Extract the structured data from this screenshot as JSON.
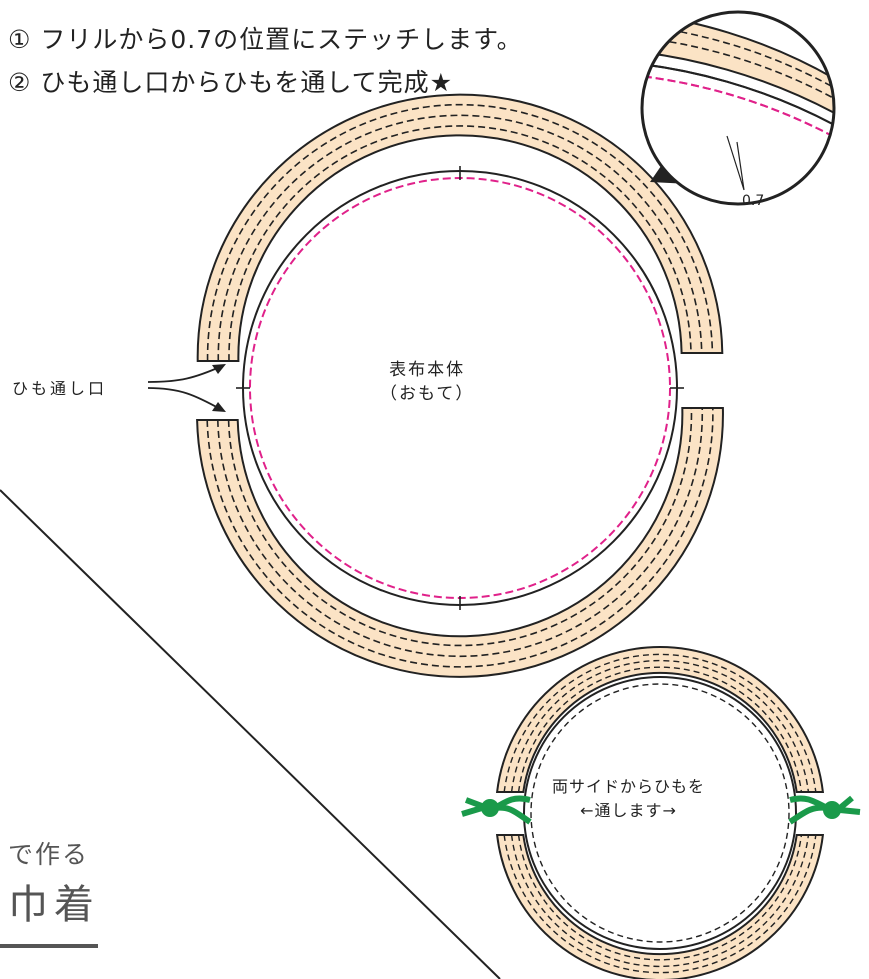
{
  "instructions": {
    "step1": "① フリルから0.7の位置にステッチします。",
    "step2": "② ひも通し口からひもを通して完成★"
  },
  "callout": {
    "value": "0.7"
  },
  "main_diagram": {
    "body_label_line1": "表布本体",
    "body_label_line2": "（おもて）",
    "opening_label": "ひも通し口"
  },
  "small_diagram": {
    "label_line1": "両サイドからひもを",
    "label_line2": "←通します→"
  },
  "title": {
    "small": "で作る",
    "large": "巾着"
  },
  "colors": {
    "fabric": "#fbe3c5",
    "outline": "#222222",
    "stitch_magenta": "#e0218a",
    "cord_green": "#1a9a4a"
  }
}
